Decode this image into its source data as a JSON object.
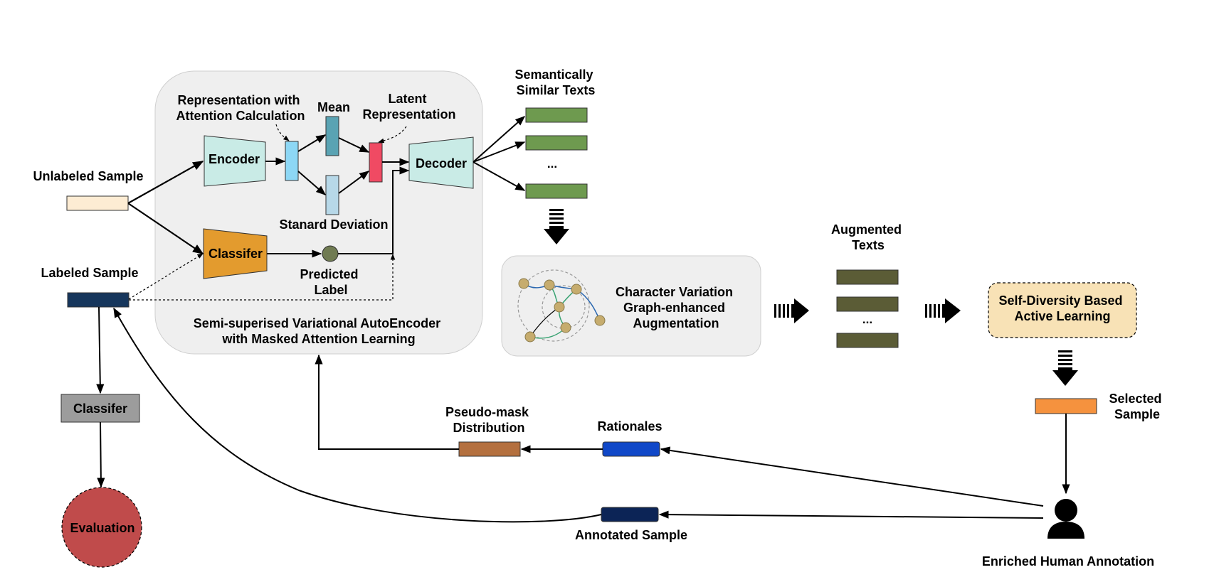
{
  "colors": {
    "panel_bg": "#efefef",
    "encoder_fill": "#c9ebe6",
    "decoder_fill": "#c9ebe6",
    "classifier_fill": "#e39b2e",
    "unlabeled_fill": "#fdecd3",
    "labeled_fill": "#16365c",
    "semantic_text_fill": "#6e9a4f",
    "augmented_text_fill": "#5b5c36",
    "active_learning_fill": "#f8e2b6",
    "selected_fill": "#f5923e",
    "pseudo_mask_fill": "#b4703f",
    "rationales_fill": "#1048c8",
    "annotated_fill": "#0c2456",
    "evaluation_fill": "#c04b4b",
    "eval_classifier_fill": "#9c9c9c",
    "attention_vec_fill": "#8dd7f5",
    "mean_fill": "#5aa3b3",
    "std_fill": "#b7d8e8",
    "latent_fill": "#f04a63",
    "predicted_label_fill": "#707b52",
    "graph_node_fill": "#c6ac6e"
  },
  "inputs": {
    "unlabeled_label": "Unlabeled Sample",
    "labeled_label": "Labeled Sample"
  },
  "vae": {
    "attention_label_line1": "Representation with",
    "attention_label_line2": "Attention Calculation",
    "mean_label": "Mean",
    "latent_label_line1": "Latent",
    "latent_label_line2": "Representation",
    "encoder_label": "Encoder",
    "decoder_label": "Decoder",
    "std_label": "Stanard Deviation",
    "classifier_label": "Classifer",
    "predicted_label_line1": "Predicted",
    "predicted_label_line2": "Label",
    "title_line1": "Semi-superised Variational AutoEncoder",
    "title_line2": "with Masked Attention Learning"
  },
  "semantic": {
    "title_line1": "Semantically",
    "title_line2": "Similar Texts",
    "ellipsis": "..."
  },
  "augmentation": {
    "label_line1": "Character Variation",
    "label_line2": "Graph-enhanced",
    "label_line3": "Augmentation",
    "graph_icon": "character-graph-icon"
  },
  "augmented": {
    "title_line1": "Augmented",
    "title_line2": "Texts",
    "ellipsis": "..."
  },
  "active_learning": {
    "label_line1": "Self-Diversity Based",
    "label_line2": "Active Learning"
  },
  "selected": {
    "label_line1": "Selected",
    "label_line2": "Sample"
  },
  "human": {
    "label": "Enriched Human Annotation",
    "icon": "person-icon"
  },
  "feedback": {
    "pseudo_mask_line1": "Pseudo-mask",
    "pseudo_mask_line2": "Distribution",
    "rationales_label": "Rationales",
    "annotated_label": "Annotated Sample"
  },
  "evaluation": {
    "classifier_label": "Classifer",
    "evaluation_label": "Evaluation"
  }
}
